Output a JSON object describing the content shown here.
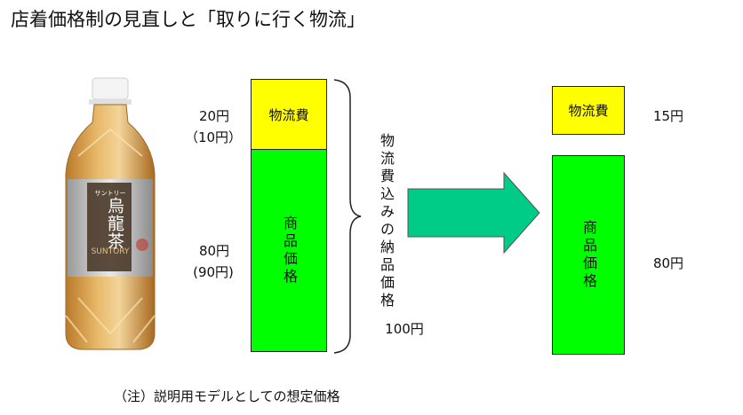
{
  "title": "店着価格制の見直しと「取りに行く物流」",
  "bottle": {
    "brand_text": "烏龍茶",
    "sub_text": "サントリー",
    "maker": "SUNTORY"
  },
  "left": {
    "logistics_label": "物流費",
    "product_label": "商品価格",
    "logistics_price": "20円",
    "logistics_price_alt": "（10円）",
    "product_price": "80円",
    "product_price_alt": "(90円)"
  },
  "brace_label": "物流費込みの納品価格",
  "total_label": "100円",
  "right": {
    "logistics_label": "物流費",
    "logistics_price": "15円",
    "product_label": "商品価格",
    "product_price": "80円"
  },
  "note": "（注）説明用モデルとしての想定価格",
  "colors": {
    "logistics": "#ffff00",
    "product": "#00ff00",
    "arrow": "#00cc88"
  }
}
